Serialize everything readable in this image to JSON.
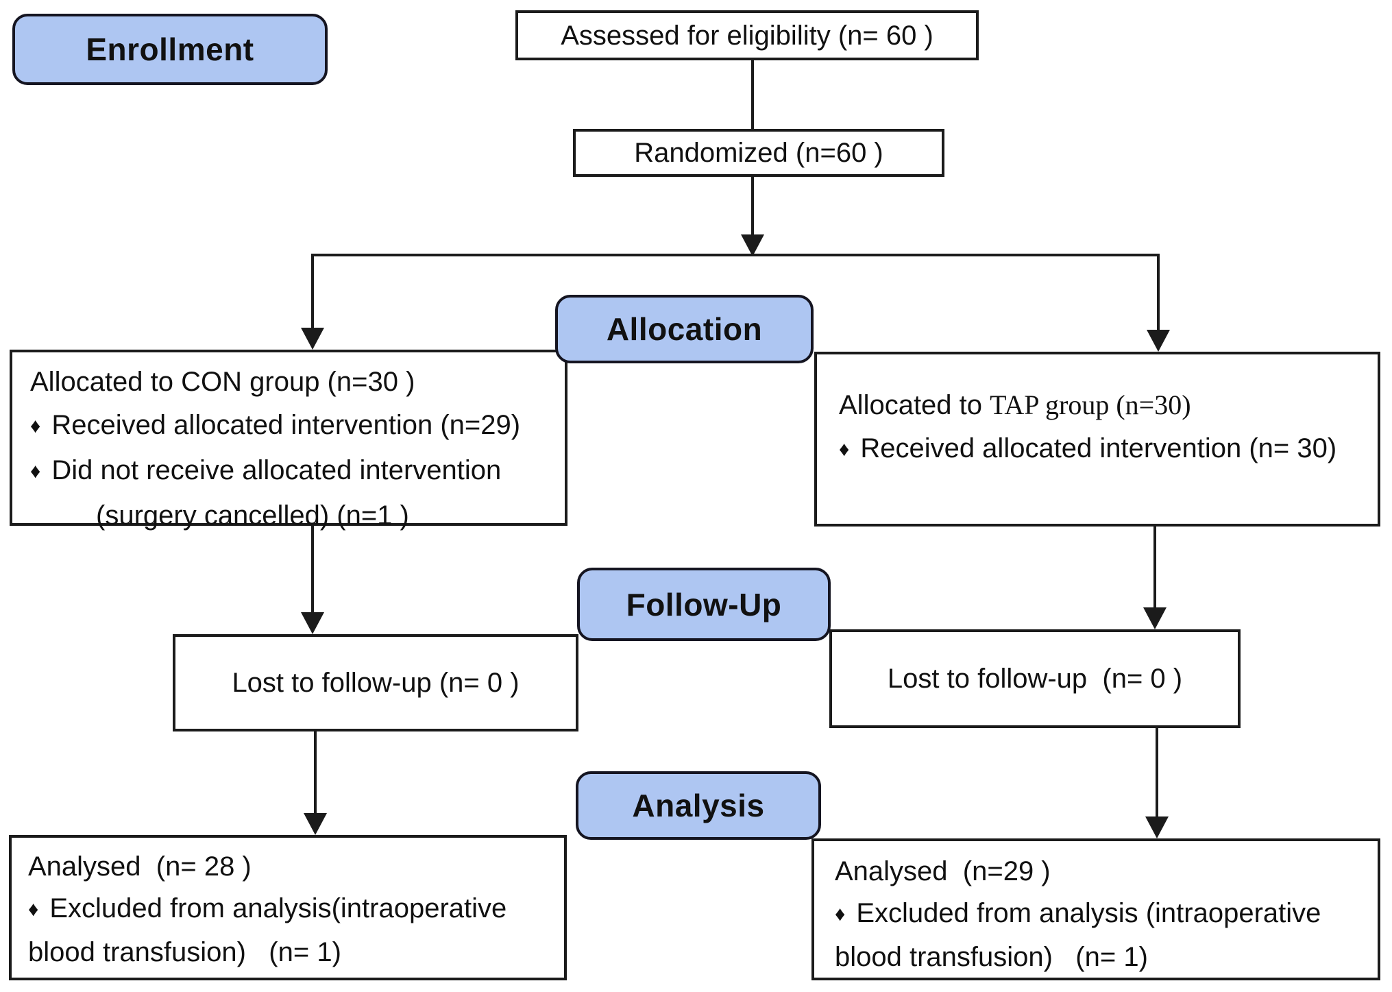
{
  "figure": {
    "type": "consort-flow-diagram",
    "colors": {
      "stage_fill": "#aec6f2",
      "stage_border": "#151521",
      "box_border": "#1b1b1b",
      "line": "#1b1b1b",
      "text": "#111111"
    },
    "bullet": "♦",
    "stages": {
      "enrollment": "Enrollment",
      "allocation": "Allocation",
      "followup": "Follow-Up",
      "analysis": "Analysis"
    },
    "boxes": {
      "assessed": {
        "text": "Assessed for eligibility (n= 60 )"
      },
      "randomized": {
        "text": "Randomized (n=60 )"
      },
      "con_allocation": {
        "title": "Allocated to CON group (n=30 )",
        "bullet1": "Received allocated intervention (n=29)",
        "bullet2": "Did not receive allocated intervention",
        "bullet2_continued": "(surgery cancelled) (n=1 )"
      },
      "tap_allocation": {
        "title_prefix": "Allocated to ",
        "title_serif": "TAP group (n=30)",
        "bullet1": "Received allocated intervention (n= 30)"
      },
      "con_followup": {
        "text": "Lost to follow-up (n= 0 )"
      },
      "tap_followup": {
        "text": "Lost to follow-up  (n= 0 )"
      },
      "con_analysis": {
        "title": "Analysed  (n= 28 )",
        "bullet1": "Excluded from analysis(intraoperative",
        "bullet1_continued": "blood transfusion)   (n= 1)"
      },
      "tap_analysis": {
        "title": "Analysed  (n=29 )",
        "bullet1": "Excluded from analysis (intraoperative",
        "bullet1_continued": "blood transfusion)   (n= 1)"
      }
    }
  }
}
